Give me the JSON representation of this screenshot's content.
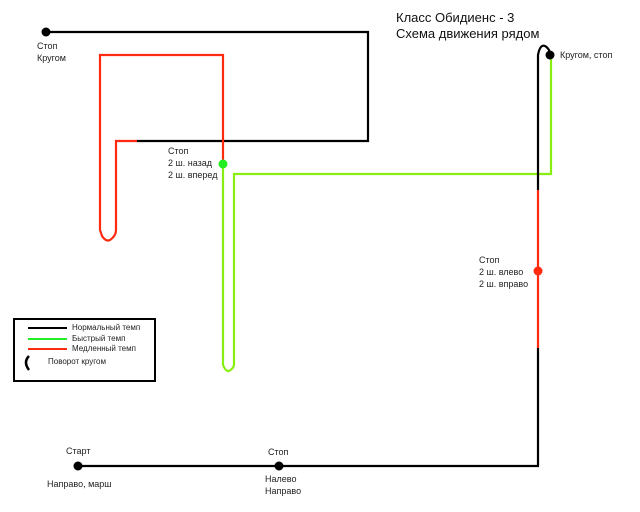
{
  "title": {
    "line1": "Класс Обидиенс - 3",
    "line2": "Схема движения рядом"
  },
  "colors": {
    "normal": "#000000",
    "fast": "#88ee11",
    "slow": "#ff2a10",
    "fast_dot": "#22ee22"
  },
  "points": {
    "start": {
      "above": "Старт",
      "below": "Направо, марш"
    },
    "stop1": {
      "above": "Стоп",
      "line1": "Налево",
      "line2": "Направо"
    },
    "turn_stop": {
      "label": "Кругом, стоп"
    },
    "stop_side": {
      "line1": "Стоп",
      "line2": "2 ш. влево",
      "line3": "2 ш. вправо"
    },
    "stop_back": {
      "line1": "Стоп",
      "line2": "2 ш. назад",
      "line3": "2 ш. вперед"
    },
    "stop_turn": {
      "line1": "Стоп",
      "line2": "Кругом"
    }
  },
  "legend": {
    "normal": "Нормальный темп",
    "fast": "Быстрый темп",
    "slow": "Медленный темп",
    "turn": "Поворот кругом"
  }
}
